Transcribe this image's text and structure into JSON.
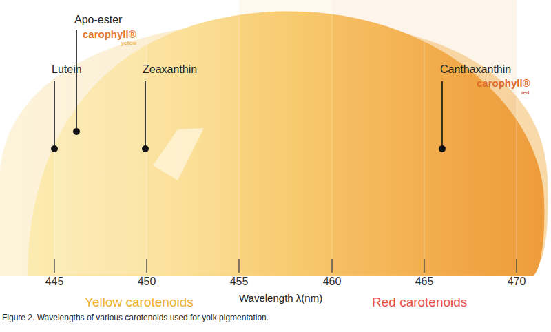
{
  "diagram": {
    "caption": "Figure 2. Wavelengths of various carotenoids used for yolk pigmentation.",
    "labels": [
      "Apo-ester",
      "carophyll®",
      "yellow",
      "Lutein",
      "Zeaxanthin",
      "Canthaxanthin",
      "carophyll®",
      "red",
      "445",
      "450",
      "455",
      "460",
      "465",
      "470",
      "Yellow carotenoids",
      "Wavelength λ(nm)",
      "Red carotenoids"
    ]
  }
}
